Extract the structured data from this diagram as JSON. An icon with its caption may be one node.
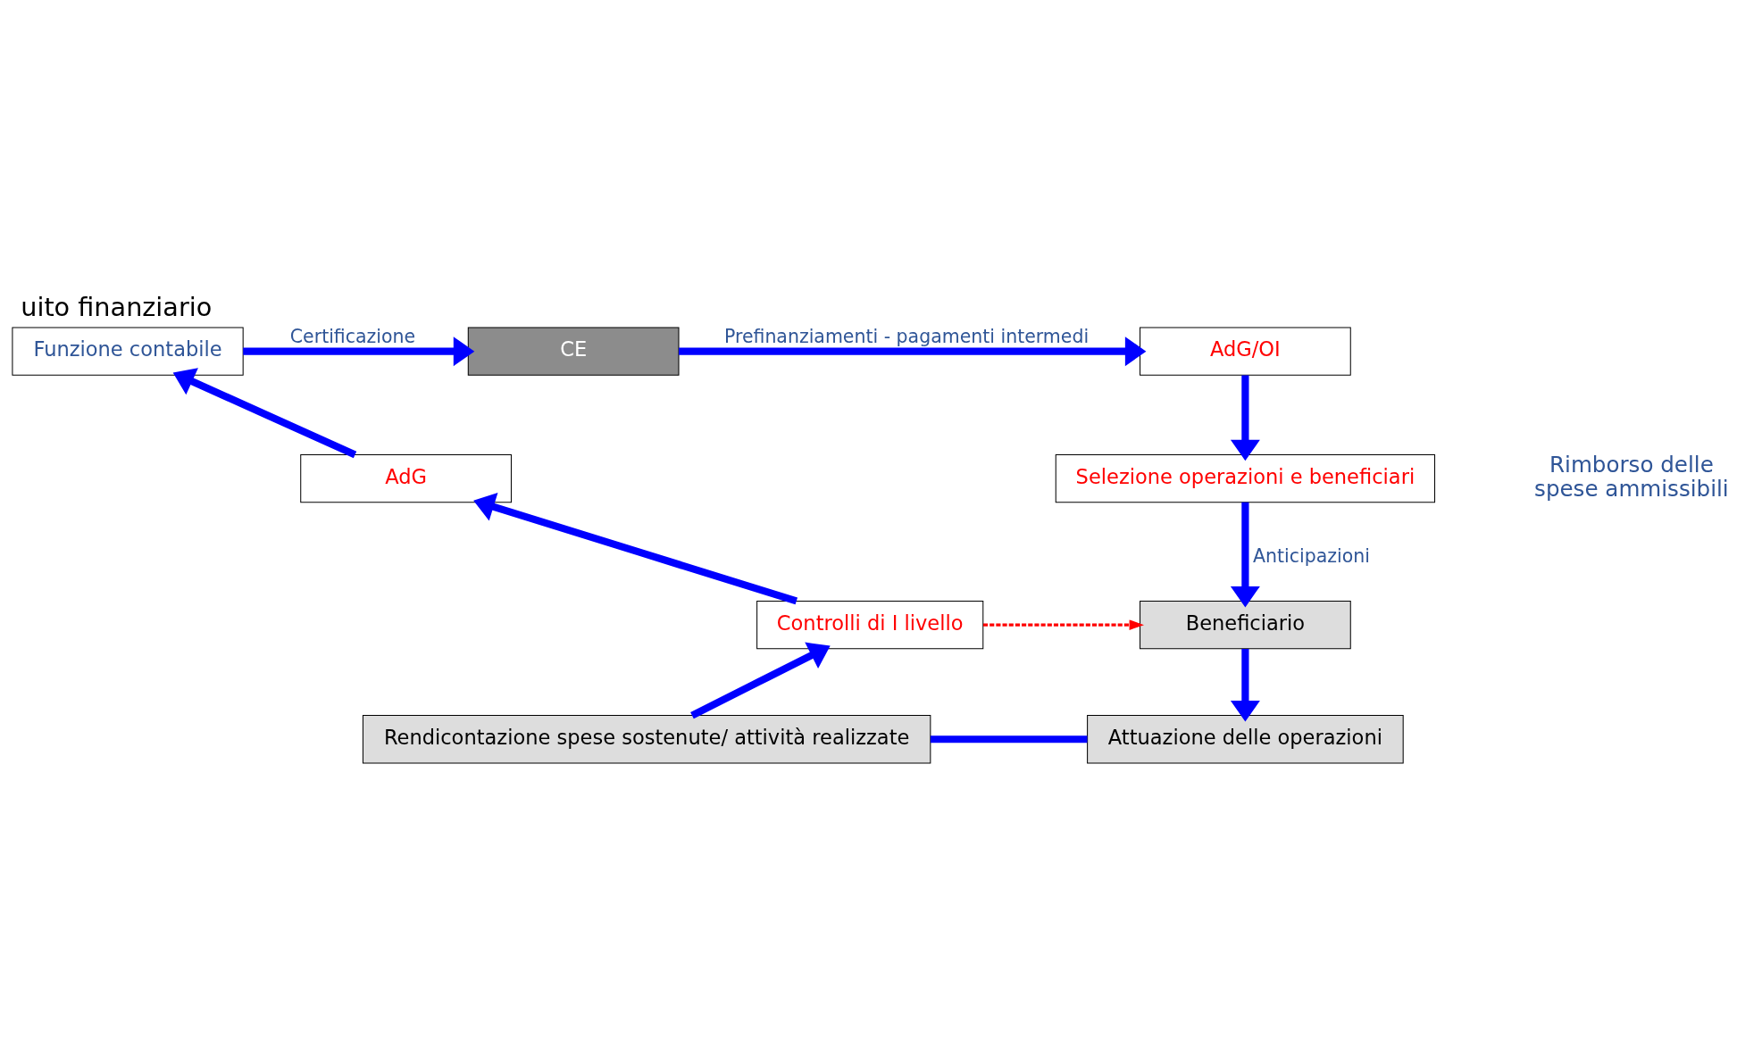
{
  "diagram": {
    "title": "uito finanziario",
    "nodes": [
      {
        "text": [
          "Funzione contabile"
        ]
      },
      {
        "text": [
          "CE"
        ]
      },
      {
        "text": [
          "AdG/OI"
        ]
      },
      {
        "text": [
          "Selezione operazioni e beneficiari"
        ]
      },
      {
        "text": [
          "Beneficiario"
        ]
      },
      {
        "text": [
          "Attuazione delle operazioni"
        ]
      },
      {
        "text": [
          "Rendicontazione spese sostenute/ attività realizzate"
        ]
      },
      {
        "text": [
          "Controlli di I livello"
        ]
      },
      {
        "text": [
          "AdG"
        ]
      }
    ],
    "edges": [
      {
        "from": 0,
        "to": 1,
        "arrow": "to",
        "label": "Certificazione"
      },
      {
        "from": 1,
        "to": 2,
        "arrow": "to",
        "label": "Prefinanziamenti - pagamenti intermedi"
      },
      {
        "from": 2,
        "to": 3,
        "arrow": "to"
      },
      {
        "from": 3,
        "to": 4,
        "arrow": "to",
        "label": "Anticipazioni"
      },
      {
        "from": 4,
        "to": 5,
        "arrow": "to"
      },
      {
        "from": 5,
        "to": 6,
        "arrow": "none"
      },
      {
        "from": 6,
        "to": 7,
        "arrow": "to"
      },
      {
        "from": 7,
        "to": 8,
        "arrow": "to"
      },
      {
        "from": 8,
        "to": 0,
        "arrow": "to"
      },
      {
        "from": 7,
        "to": 4,
        "arrow": "to",
        "style": "dashed",
        "color": "#ff0000"
      }
    ],
    "labels": [
      "Rimborso delle spese ammissibili"
    ]
  }
}
